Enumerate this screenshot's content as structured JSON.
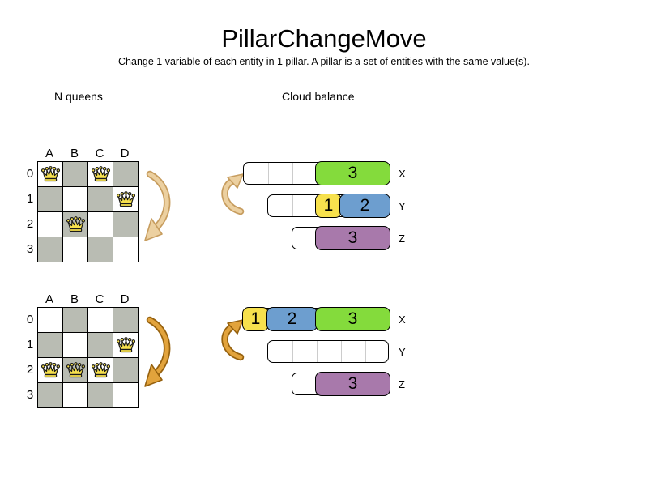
{
  "title": "PillarChangeMove",
  "subtitle": "Change 1 variable of each entity in 1 pillar. A pillar is a set of entities with the same value(s).",
  "sections": {
    "n_queens": "N queens",
    "cloud_balance": "Cloud balance"
  },
  "colors": {
    "board_gray": "#b9bcb3",
    "queen_yellow": "#f7e14d",
    "gridline": "#cccccc",
    "arrow_light": "#ecd0a0",
    "arrow_light_edge": "#c79d5f",
    "arrow_dark": "#e2a33c",
    "arrow_dark_edge": "#96610e",
    "blocks": {
      "yellow": "#f7e14d",
      "blue": "#6d9ecf",
      "green": "#84db3c",
      "purple": "#a879ab"
    }
  },
  "n_queens": {
    "columns": [
      "A",
      "B",
      "C",
      "D"
    ],
    "rows": [
      "0",
      "1",
      "2",
      "3"
    ],
    "before": {
      "queens": [
        {
          "col": "A",
          "row": "0"
        },
        {
          "col": "C",
          "row": "0"
        },
        {
          "col": "D",
          "row": "1"
        },
        {
          "col": "B",
          "row": "2"
        }
      ]
    },
    "after": {
      "queens": [
        {
          "col": "D",
          "row": "1"
        },
        {
          "col": "A",
          "row": "2"
        },
        {
          "col": "B",
          "row": "2"
        },
        {
          "col": "C",
          "row": "2"
        }
      ]
    }
  },
  "cloud_balance": {
    "before": {
      "rows": [
        {
          "label": "X",
          "capacity": 6,
          "indent_units": 0,
          "blocks": [
            {
              "value": "3",
              "color": "green",
              "units": 3
            }
          ]
        },
        {
          "label": "Y",
          "capacity": 5,
          "indent_units": 1,
          "blocks": [
            {
              "value": "1",
              "color": "yellow",
              "units": 1
            },
            {
              "value": "2",
              "color": "blue",
              "units": 2
            }
          ]
        },
        {
          "label": "Z",
          "capacity": 4,
          "indent_units": 2,
          "blocks": [
            {
              "value": "3",
              "color": "purple",
              "units": 3
            }
          ]
        }
      ]
    },
    "after": {
      "rows": [
        {
          "label": "X",
          "capacity": 6,
          "indent_units": 0,
          "blocks": [
            {
              "value": "1",
              "color": "yellow",
              "units": 1
            },
            {
              "value": "2",
              "color": "blue",
              "units": 2
            },
            {
              "value": "3",
              "color": "green",
              "units": 3
            }
          ]
        },
        {
          "label": "Y",
          "capacity": 5,
          "indent_units": 1,
          "blocks": []
        },
        {
          "label": "Z",
          "capacity": 4,
          "indent_units": 2,
          "blocks": [
            {
              "value": "3",
              "color": "purple",
              "units": 3
            }
          ]
        }
      ]
    }
  }
}
